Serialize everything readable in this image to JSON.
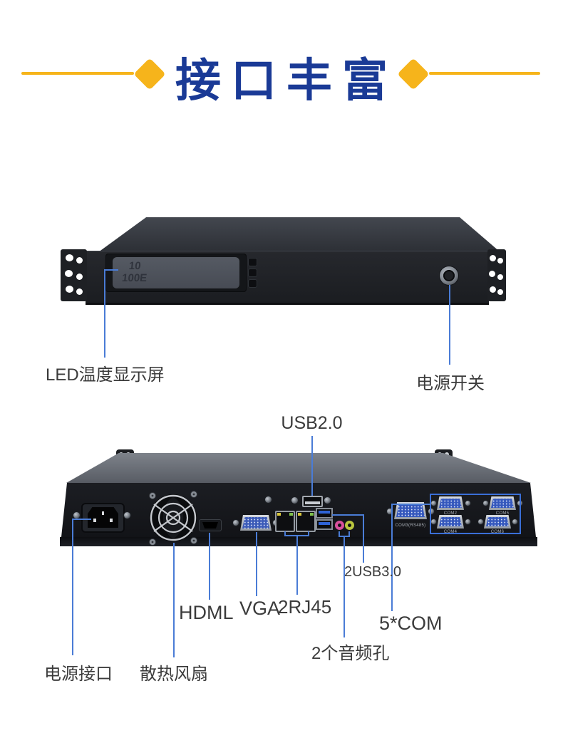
{
  "header": {
    "title": "接口丰富"
  },
  "colors": {
    "title_blue": "#1a3a96",
    "accent_yellow": "#f6b41b",
    "callout_blue": "#4a7cd6",
    "label_color": "#3b3b3b"
  },
  "front_view": {
    "display_screen_text": [
      "10",
      "100E"
    ],
    "callouts": {
      "led_display": "LED温度显示屏",
      "power_switch": "电源开关"
    }
  },
  "back_view": {
    "callouts": {
      "usb20": "USB2.0",
      "power_inlet": "电源接口",
      "fan": "散热风扇",
      "hdmi": "HDML",
      "vga": "VGA",
      "rj45": "2RJ45",
      "usb30": "2USB3.0",
      "audio": "2个音频孔",
      "com": "5*COM"
    },
    "com_ports": [
      {
        "label": "COM3(RS485)"
      },
      {
        "label": "COM2"
      },
      {
        "label": "COM5"
      },
      {
        "label": "COM4"
      },
      {
        "label": "COM6"
      }
    ]
  }
}
